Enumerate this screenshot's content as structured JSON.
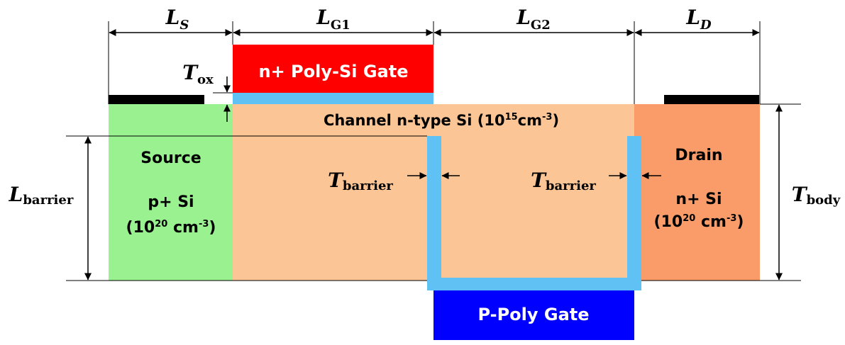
{
  "colors": {
    "source": "#99f28f",
    "channel": "#fbc595",
    "drain": "#fa9c6a",
    "n_gate": "#ff0000",
    "p_gate": "#0000ff",
    "oxide": "#60c1f5",
    "contact": "#000000",
    "line": "#000000"
  },
  "dimensions": {
    "ls": {
      "main": "L",
      "sub": "S"
    },
    "lg1": {
      "main": "L",
      "sub": "G1"
    },
    "lg2": {
      "main": "L",
      "sub": "G2"
    },
    "ld": {
      "main": "L",
      "sub": "D"
    },
    "tox": {
      "main": "T",
      "sub": "ox"
    },
    "lbarrier": {
      "main": "L",
      "sub": "barrier"
    },
    "tbody": {
      "main": "T",
      "sub": "body"
    },
    "tbarrier_left": {
      "main": "T",
      "sub": "barrier"
    },
    "tbarrier_right": {
      "main": "T",
      "sub": "barrier"
    }
  },
  "regions": {
    "n_gate_label": "n+ Poly-Si Gate",
    "p_gate_label": "P-Poly Gate",
    "channel": {
      "text": "Channel n-type Si (10",
      "exp": "15",
      "unit": "cm",
      "unit_exp": "-3",
      "close": ")"
    },
    "source": {
      "title": "Source",
      "doping": "p+ Si",
      "conc_open": "(10",
      "conc_exp": "20",
      "conc_unit": " cm",
      "conc_unit_exp": "-3",
      "conc_close": ")"
    },
    "drain": {
      "title": "Drain",
      "doping": "n+ Si",
      "conc_open": "(10",
      "conc_exp": "20",
      "conc_unit": " cm",
      "conc_unit_exp": "-3",
      "conc_close": ")"
    }
  }
}
